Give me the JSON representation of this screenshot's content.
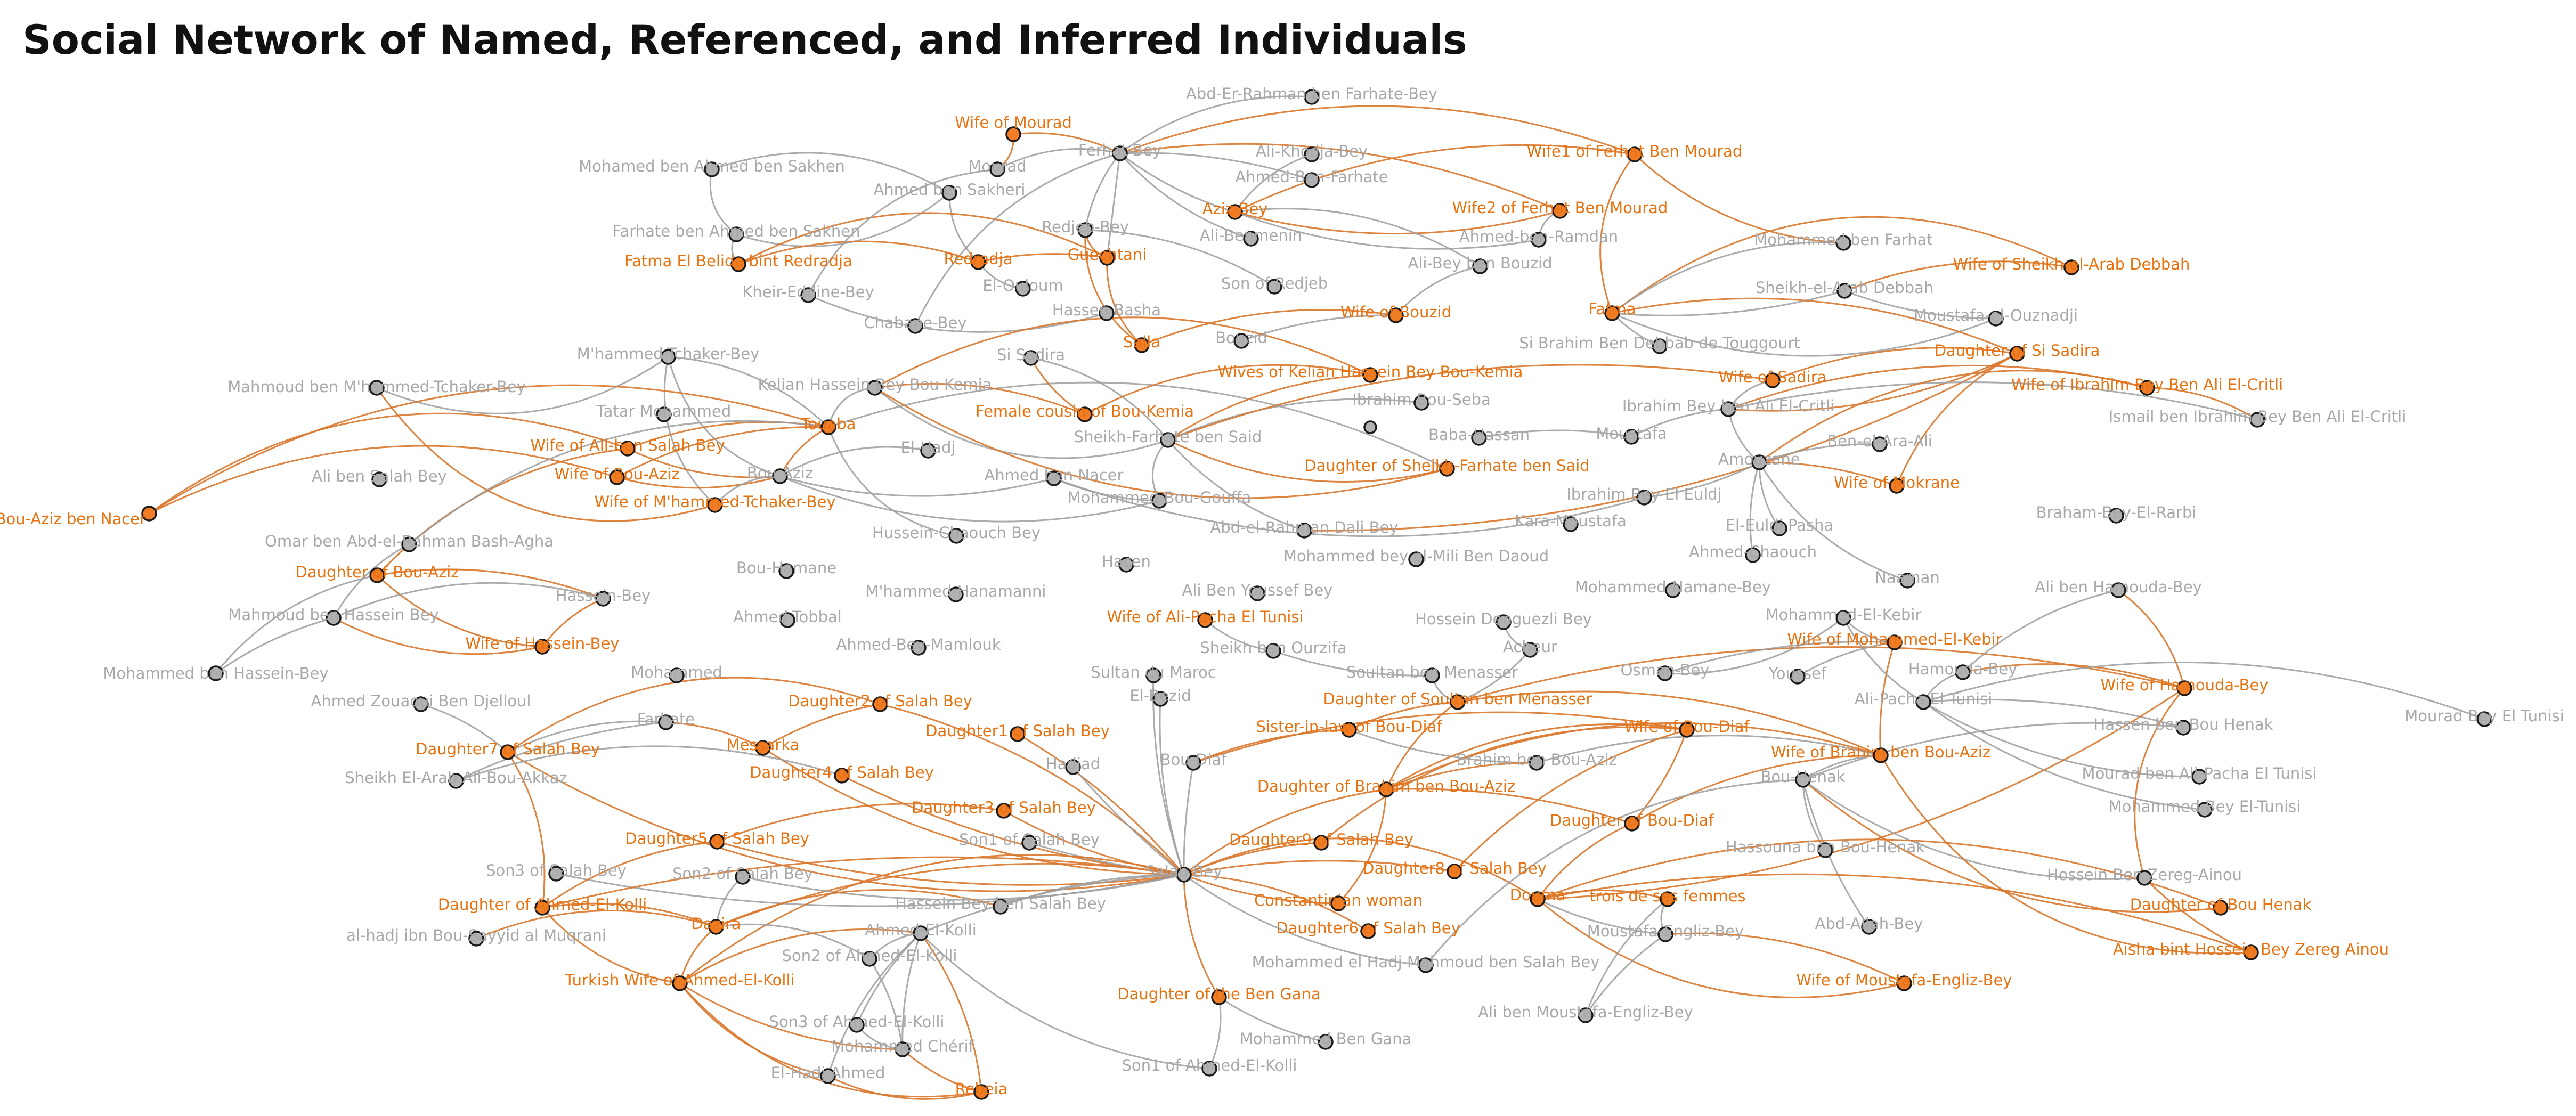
{
  "title": "Social Network of Named, Referenced, and Inferred Individuals",
  "colors": {
    "named_node": "#b2b2b2",
    "named_label": "#a8a8a8",
    "inferred_node": "#f07d26",
    "inferred_label": "#e8720f",
    "node_stroke": "#1a1a1a",
    "edge_named": "#9c9c9c",
    "edge_inferred": "#d9772b"
  },
  "nodes": [
    {
      "id": "abd-er-rahman-ben-farhate-bey",
      "label": "Abd-Er-Rahman ben Farhate-Bey",
      "kind": "named"
    },
    {
      "id": "wife-of-mourad",
      "label": "Wife of Mourad",
      "kind": "inferred"
    },
    {
      "id": "ali-khodja-bey",
      "label": "Ali-Khodja-Bey",
      "kind": "named"
    },
    {
      "id": "ferhat-bey",
      "label": "Ferhat-Bey",
      "kind": "named"
    },
    {
      "id": "mohamed-ben-ahmed-ben-sakhen",
      "label": "Mohamed ben Ahmed ben Sakhen",
      "kind": "named"
    },
    {
      "id": "mourad",
      "label": "Mourad",
      "kind": "named"
    },
    {
      "id": "ahmed-ben-farhate",
      "label": "Ahmed-Ben-Farhate",
      "kind": "named"
    },
    {
      "id": "wife1-of-ferhat",
      "label": "Wife1 of Ferhat Ben Mourad",
      "kind": "inferred"
    },
    {
      "id": "ahmed-ben-sakheri",
      "label": "Ahmed ben Sakheri",
      "kind": "named"
    },
    {
      "id": "aziz-bey",
      "label": "Aziz-Bey",
      "kind": "inferred"
    },
    {
      "id": "wife2-of-ferhat",
      "label": "Wife2 of Ferhat Ben Mourad",
      "kind": "inferred"
    },
    {
      "id": "farhate-ben-ahmed-ben-sakhen",
      "label": "Farhate ben Ahmed ben Sakhen",
      "kind": "named"
    },
    {
      "id": "redjeb-bey",
      "label": "Redjeb-Bey",
      "kind": "named"
    },
    {
      "id": "ali-ben-menin",
      "label": "Ali-Benmenin",
      "kind": "named"
    },
    {
      "id": "ahmed-ben-ramdan",
      "label": "Ahmed-ben-Ramdan",
      "kind": "named"
    },
    {
      "id": "mohammed-ben-farhat",
      "label": "Mohammed ben Farhat",
      "kind": "named"
    },
    {
      "id": "fatma-el-belida",
      "label": "Fatma El Belida bint Redradja",
      "kind": "inferred"
    },
    {
      "id": "redradja",
      "label": "Redradja",
      "kind": "inferred"
    },
    {
      "id": "guechtani",
      "label": "Guechtani",
      "kind": "inferred"
    },
    {
      "id": "ali-bey-ben-bouzid",
      "label": "Ali-Bey ben Bouzid",
      "kind": "named"
    },
    {
      "id": "wife-of-sheikh-el-arab",
      "label": "Wife of Sheikh-el-Arab Debbah",
      "kind": "inferred"
    },
    {
      "id": "kheir-eddine-bey",
      "label": "Kheir-Eddine-Bey",
      "kind": "named"
    },
    {
      "id": "el-ouloum",
      "label": "El-Ouloum",
      "kind": "named"
    },
    {
      "id": "son-of-redjeb",
      "label": "Son of Redjeb",
      "kind": "named"
    },
    {
      "id": "sheikh-el-arab-debbah",
      "label": "Sheikh-el-Arab Debbah",
      "kind": "named"
    },
    {
      "id": "fatma",
      "label": "Fatma",
      "kind": "inferred"
    },
    {
      "id": "hassen-basha",
      "label": "Hassen Basha",
      "kind": "named"
    },
    {
      "id": "wife-of-bouzid",
      "label": "Wife of Bouzid",
      "kind": "inferred"
    },
    {
      "id": "moustafa-el-ouznadji",
      "label": "Moustafa-el-Ouznadji",
      "kind": "named"
    },
    {
      "id": "chabane-bey",
      "label": "Chabane-Bey",
      "kind": "named"
    },
    {
      "id": "bouzid",
      "label": "Bouzid",
      "kind": "named"
    },
    {
      "id": "si-brahim-ben-debbab",
      "label": "Si Brahim Ben Debbab de Touggourt",
      "kind": "named"
    },
    {
      "id": "m-hammed-tchaker-bey",
      "label": "M'hammed-Tchaker-Bey",
      "kind": "named"
    },
    {
      "id": "salla",
      "label": "Salla",
      "kind": "inferred"
    },
    {
      "id": "daughter-of-si-sadira",
      "label": "Daughter of Si Sadira",
      "kind": "inferred"
    },
    {
      "id": "si-sadira",
      "label": "Si Sadira",
      "kind": "named"
    },
    {
      "id": "wives-of-kelian",
      "label": "Wives of Kelian Hassein Bey Bou-Kemia",
      "kind": "inferred"
    },
    {
      "id": "mahmoud-ben-m-hammed",
      "label": "Mahmoud ben M'hammed-Tchaker-Bey",
      "kind": "named"
    },
    {
      "id": "kelian-hassein-bey",
      "label": "Kelian Hassein Bey Bou Kemia",
      "kind": "named"
    },
    {
      "id": "wife-of-sadira",
      "label": "Wife of Sadira",
      "kind": "inferred"
    },
    {
      "id": "wife-of-ibrahim-bey",
      "label": "Wife of Ibrahim Bey Ben Ali El-Critli",
      "kind": "inferred"
    },
    {
      "id": "ibrahim-bou-seba",
      "label": "Ibrahim Bou-Seba",
      "kind": "named"
    },
    {
      "id": "tatar-mohammed",
      "label": "Tatar Mohammed",
      "kind": "named"
    },
    {
      "id": "female-cousin-bou-kemia",
      "label": "Female cousin of Bou-Kemia",
      "kind": "inferred"
    },
    {
      "id": "ibrahim-bey-ben-ali",
      "label": "Ibrahim Bey ben Ali El-Critli",
      "kind": "named"
    },
    {
      "id": "ismail-ben-ibrahim",
      "label": "Ismail ben Ibrahim Bey Ben Ali El-Critli",
      "kind": "named"
    },
    {
      "id": "touaba",
      "label": "Touaba",
      "kind": "inferred"
    },
    {
      "id": "unnamed-small-node",
      "label": "",
      "kind": "named"
    },
    {
      "id": "baba-hassan",
      "label": "Baba-Hassan",
      "kind": "named"
    },
    {
      "id": "moustafa",
      "label": "Moustafa",
      "kind": "named"
    },
    {
      "id": "ben-el-ara-ali",
      "label": "Ben-el-Ara-Ali",
      "kind": "named"
    },
    {
      "id": "sheikh-farhate-ben-said",
      "label": "Sheikh-Farhate ben Said",
      "kind": "named"
    },
    {
      "id": "el-hadj",
      "label": "El-Hadj",
      "kind": "named"
    },
    {
      "id": "wife-of-ali-ben-salah",
      "label": "Wife of Ali-ben Salah Bey",
      "kind": "inferred"
    },
    {
      "id": "ali-ben-salah",
      "label": "Ali ben Salah Bey",
      "kind": "named"
    },
    {
      "id": "amouzane",
      "label": "Amouzane",
      "kind": "named"
    },
    {
      "id": "daughter-of-sheikh-farhate",
      "label": "Daughter of Sheikh-Farhate ben Said",
      "kind": "inferred"
    },
    {
      "id": "wife-of-bou-aziz",
      "label": "Wife of Bou-Aziz",
      "kind": "inferred"
    },
    {
      "id": "bou-aziz",
      "label": "Bou-Aziz",
      "kind": "named"
    },
    {
      "id": "ahmed-ben-nacer",
      "label": "Ahmed ben Nacer",
      "kind": "named"
    },
    {
      "id": "wife-of-mokrane",
      "label": "Wife of Mokrane",
      "kind": "inferred"
    },
    {
      "id": "euldjia-bint-bou-aziz",
      "label": "Euldjia bint Bou-Aziz ben Nacer",
      "kind": "inferred"
    },
    {
      "id": "wife-of-m-hammed",
      "label": "Wife of M'hammed-Tchaker-Bey",
      "kind": "inferred"
    },
    {
      "id": "mohammed-bou-gouffa",
      "label": "Mohammed Bou-Gouffa",
      "kind": "named"
    },
    {
      "id": "ibrahim-bey-el-euldj",
      "label": "Ibrahim Bey El Euldj",
      "kind": "named"
    },
    {
      "id": "braham-bey-el-rarbi",
      "label": "Braham-Bey-El-Rarbi",
      "kind": "named"
    },
    {
      "id": "kara-moustafa",
      "label": "Kara-Moustafa",
      "kind": "named"
    },
    {
      "id": "el-euldj-pasha",
      "label": "El-Euldj Pasha",
      "kind": "named"
    },
    {
      "id": "hussein-chaouch-bey",
      "label": "Hussein-Chaouch Bey",
      "kind": "named"
    },
    {
      "id": "abd-el-rahman-dali-bey",
      "label": "Abd-el-Rahman Dali Bey",
      "kind": "named"
    },
    {
      "id": "omar-ben-abd-el-rahman",
      "label": "Omar ben Abd-el-Rahman Bash-Agha",
      "kind": "named"
    },
    {
      "id": "ahmed-chaouch",
      "label": "Ahmed-Chaouch",
      "kind": "named"
    },
    {
      "id": "mohammed-bey-el-mili",
      "label": "Mohammed bey el-Mili Ben Daoud",
      "kind": "named"
    },
    {
      "id": "daughter-of-bou-aziz",
      "label": "Daughter of Bou-Aziz",
      "kind": "inferred"
    },
    {
      "id": "bou-hamane",
      "label": "Bou-Hamane",
      "kind": "named"
    },
    {
      "id": "hacen",
      "label": "Hacen",
      "kind": "named"
    },
    {
      "id": "naaman",
      "label": "Naaman",
      "kind": "named"
    },
    {
      "id": "hassein-bey",
      "label": "Hassein-Bey",
      "kind": "named"
    },
    {
      "id": "m-hammed-hanamanni",
      "label": "M'hammed-Hanamanni",
      "kind": "named"
    },
    {
      "id": "ali-ben-youssef-bey",
      "label": "Ali Ben Youssef Bey",
      "kind": "named"
    },
    {
      "id": "mohammed-namane-bey",
      "label": "Mohammed-Namane-Bey",
      "kind": "named"
    },
    {
      "id": "mahmoud-ben-hassein-bey",
      "label": "Mahmoud ben Hassein Bey",
      "kind": "named"
    },
    {
      "id": "ahmed-tobbal",
      "label": "Ahmed-Tobbal",
      "kind": "named"
    },
    {
      "id": "ali-ben-hamouda-bey",
      "label": "Ali ben Hamouda-Bey",
      "kind": "named"
    },
    {
      "id": "wife-of-ali-pacha",
      "label": "Wife of Ali-Pacha El Tunisi",
      "kind": "inferred"
    },
    {
      "id": "hossein-dengueli-bey",
      "label": "Hossein Denguezli Bey",
      "kind": "named"
    },
    {
      "id": "mohammed-el-kebir",
      "label": "Mohammed-El-Kebir",
      "kind": "named"
    },
    {
      "id": "wife-of-hassein-bey",
      "label": "Wife of Hassein-Bey",
      "kind": "inferred"
    },
    {
      "id": "ahmed-bey-mamlouk",
      "label": "Ahmed-Bey-Mamlouk",
      "kind": "named"
    },
    {
      "id": "sheikh-ben-ourzifa",
      "label": "Sheikh ben Ourzifa",
      "kind": "named"
    },
    {
      "id": "acheur",
      "label": "Acheur",
      "kind": "named"
    },
    {
      "id": "wife-of-mohammed-el-kebir",
      "label": "Wife of Mohammed-El-Kebir",
      "kind": "inferred"
    },
    {
      "id": "mohammed-ben-hassein-bey",
      "label": "Mohammed ben Hassein-Bey",
      "kind": "named"
    },
    {
      "id": "mohammed",
      "label": "Mohammed",
      "kind": "named"
    },
    {
      "id": "sultan-du-maroc",
      "label": "Sultan du Maroc",
      "kind": "named"
    },
    {
      "id": "soultan-ben-menasser",
      "label": "Soultan ben Menasser",
      "kind": "named"
    },
    {
      "id": "osman-bey",
      "label": "Osman-Bey",
      "kind": "named"
    },
    {
      "id": "youssef",
      "label": "Youssef",
      "kind": "named"
    },
    {
      "id": "hamouda-bey",
      "label": "Hamouda-Bey",
      "kind": "named"
    },
    {
      "id": "ahmed-zouaoui",
      "label": "Ahmed Zouaoui Ben Djelloul",
      "kind": "named"
    },
    {
      "id": "daughter2-of-salah-bey",
      "label": "Daughter2 of Salah Bey",
      "kind": "inferred"
    },
    {
      "id": "el-bezid",
      "label": "El-Bezid",
      "kind": "named"
    },
    {
      "id": "daughter-of-soultan",
      "label": "Daughter of Soultan ben Menasser",
      "kind": "inferred"
    },
    {
      "id": "wife-of-hamouda-bey",
      "label": "Wife of Hamouda-Bey",
      "kind": "inferred"
    },
    {
      "id": "ali-pacha-el-tunisi",
      "label": "Ali-Pacha El Tunisi",
      "kind": "named"
    },
    {
      "id": "mourad-bey-el-tunisi",
      "label": "Mourad Bey El Tunisi",
      "kind": "named"
    },
    {
      "id": "farhate",
      "label": "Farhate",
      "kind": "named"
    },
    {
      "id": "daughter1-of-salah-bey",
      "label": "Daughter1 of Salah Bey",
      "kind": "inferred"
    },
    {
      "id": "sister-in-law-bou-diaf",
      "label": "Sister-in-law of Bou-Diaf",
      "kind": "inferred"
    },
    {
      "id": "wife-of-bou-diaf",
      "label": "Wife of Bou-Diaf",
      "kind": "inferred"
    },
    {
      "id": "hassen-ben-bou-henak",
      "label": "Hassen ben Bou Henak",
      "kind": "named"
    },
    {
      "id": "messarka",
      "label": "Messarka",
      "kind": "inferred"
    },
    {
      "id": "daughter7-of-salah-bey",
      "label": "Daughter7 of Salah Bey",
      "kind": "inferred"
    },
    {
      "id": "hadjad",
      "label": "Hadjad",
      "kind": "named"
    },
    {
      "id": "bou-diaf",
      "label": "Bou-Diaf",
      "kind": "named"
    },
    {
      "id": "brahim-ben-bou-aziz",
      "label": "Brahim ben Bou-Aziz",
      "kind": "named"
    },
    {
      "id": "wife-of-brahim",
      "label": "Wife of Brahim ben Bou-Aziz",
      "kind": "inferred"
    },
    {
      "id": "daughter4-of-salah-bey",
      "label": "Daughter4 of Salah Bey",
      "kind": "inferred"
    },
    {
      "id": "sheikh-el-arab-ali-bou-akkaz",
      "label": "Sheikh El-Arab Ali-Bou-Akkaz",
      "kind": "named"
    },
    {
      "id": "bou-henak",
      "label": "Bou-Henak",
      "kind": "named"
    },
    {
      "id": "mourad-ben-ali-pacha",
      "label": "Mourad ben Ali-Pacha El Tunisi",
      "kind": "named"
    },
    {
      "id": "daughter-of-brahim",
      "label": "Daughter of Brahim ben Bou-Aziz",
      "kind": "inferred"
    },
    {
      "id": "daughter3-of-salah-bey",
      "label": "Daughter3 of Salah Bey",
      "kind": "inferred"
    },
    {
      "id": "mohammed-bey-el-tunisi",
      "label": "Mohammed-Bey El-Tunisi",
      "kind": "named"
    },
    {
      "id": "daughter-of-bou-diaf",
      "label": "Daughter of Bou-Diaf",
      "kind": "inferred"
    },
    {
      "id": "son1-of-salah-bey",
      "label": "Son1 of Salah Bey",
      "kind": "named"
    },
    {
      "id": "daughter5-of-salah-bey",
      "label": "Daughter5 of Salah Bey",
      "kind": "inferred"
    },
    {
      "id": "daughter9-of-salah-bey",
      "label": "Daughter9 of Salah Bey",
      "kind": "inferred"
    },
    {
      "id": "hassouna-ben-bou-henak",
      "label": "Hassouna ben Bou-Henak",
      "kind": "named"
    },
    {
      "id": "son3-of-salah-bey",
      "label": "Son3 of Salah Bey",
      "kind": "named"
    },
    {
      "id": "salah-bey",
      "label": "Salah Bey",
      "kind": "named"
    },
    {
      "id": "daughter8-of-salah-bey",
      "label": "Daughter8 of Salah Bey",
      "kind": "inferred"
    },
    {
      "id": "hossein-ben-zereg-ainou",
      "label": "Hossein Ben Zereg-Ainou",
      "kind": "named"
    },
    {
      "id": "son2-of-salah-bey",
      "label": "Son2 of Salah Bey",
      "kind": "named"
    },
    {
      "id": "daughter-of-ahmed-el-kolli",
      "label": "Daughter of Ahmed-El-Kolli",
      "kind": "inferred"
    },
    {
      "id": "hassein-bey-ben-salah",
      "label": "Hassein Bey ben Salah Bey",
      "kind": "named"
    },
    {
      "id": "constantinian-woman",
      "label": "Constantinian woman",
      "kind": "inferred"
    },
    {
      "id": "douma",
      "label": "Douma",
      "kind": "inferred"
    },
    {
      "id": "trois-de-ses-femmes",
      "label": "trois de ses femmes",
      "kind": "inferred"
    },
    {
      "id": "daughter-of-bou-henak",
      "label": "Daughter of Bou Henak",
      "kind": "inferred"
    },
    {
      "id": "dazira",
      "label": "Dazira",
      "kind": "inferred"
    },
    {
      "id": "abd-allah-bey",
      "label": "Abd-Allah-Bey",
      "kind": "named"
    },
    {
      "id": "al-hadj-ibn-bou",
      "label": "al-hadj ibn Bou-Sayyid al Muqrani",
      "kind": "named"
    },
    {
      "id": "ahmed-el-kolli",
      "label": "Ahmed-El-Kolli",
      "kind": "named"
    },
    {
      "id": "daughter6-of-salah-bey",
      "label": "Daughter6 of Salah Bey",
      "kind": "inferred"
    },
    {
      "id": "moustafa-engliz-bey",
      "label": "Moustafa-Engliz-Bey",
      "kind": "named"
    },
    {
      "id": "aisha-bint-hossein",
      "label": "Aisha bint Hossein Bey Zereg Ainou",
      "kind": "inferred"
    },
    {
      "id": "son2-of-ahmed-el-kolli",
      "label": "Son2 of Ahmed-El-Kolli",
      "kind": "named"
    },
    {
      "id": "mohammed-el-hadj",
      "label": "Mohammed el Hadj Mahmoud ben Salah Bey",
      "kind": "named"
    },
    {
      "id": "turkish-wife",
      "label": "Turkish Wife of Ahmed-El-Kolli",
      "kind": "inferred"
    },
    {
      "id": "wife-of-moustafa-engliz",
      "label": "Wife of Moustafa-Engliz-Bey",
      "kind": "inferred"
    },
    {
      "id": "daughter-of-ben-gana",
      "label": "Daughter of the Ben Gana",
      "kind": "inferred"
    },
    {
      "id": "ali-ben-moustafa-engliz",
      "label": "Ali ben Moustafa-Engliz-Bey",
      "kind": "named"
    },
    {
      "id": "son3-of-ahmed-el-kolli",
      "label": "Son3 of Ahmed-El-Kolli",
      "kind": "named"
    },
    {
      "id": "mohammed-cherif",
      "label": "Mohammed Chérif",
      "kind": "named"
    },
    {
      "id": "mohammed-ben-gana",
      "label": "Mohammed Ben Gana",
      "kind": "named"
    },
    {
      "id": "son1-of-ahmed-el-kolli",
      "label": "Son1 of Ahmed-El-Kolli",
      "kind": "named"
    },
    {
      "id": "el-hadj-ahmed",
      "label": "El-Hadj Ahmed",
      "kind": "named"
    },
    {
      "id": "rebeia",
      "label": "Rebeia",
      "kind": "inferred"
    }
  ]
}
